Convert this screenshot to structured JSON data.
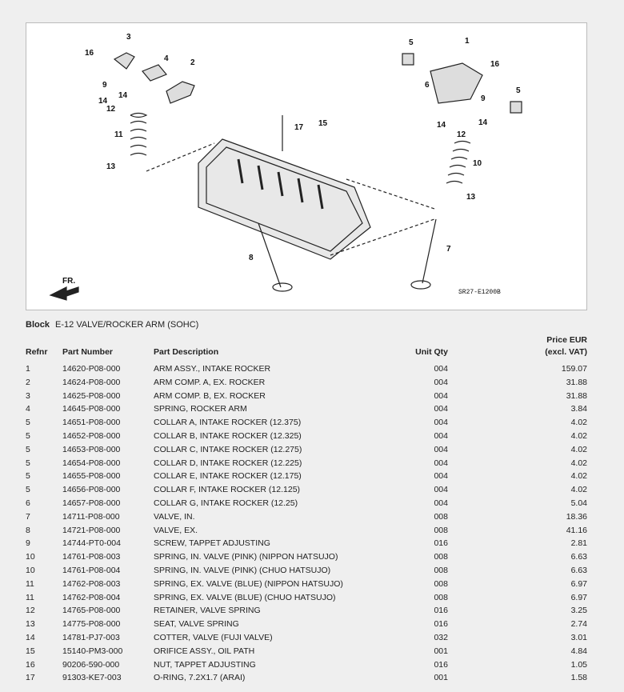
{
  "diagram": {
    "code": "SR27-E1200B",
    "front_label": "FR.",
    "callouts": [
      "1",
      "2",
      "3",
      "4",
      "5",
      "5",
      "6",
      "7",
      "8",
      "9",
      "9",
      "10",
      "11",
      "12",
      "12",
      "13",
      "13",
      "14",
      "14",
      "14",
      "14",
      "15",
      "16",
      "16",
      "17"
    ]
  },
  "block": {
    "label": "Block",
    "value": "E-12 VALVE/ROCKER ARM (SOHC)"
  },
  "table": {
    "headers": {
      "refnr": "Refnr",
      "part_number": "Part Number",
      "description": "Part Description",
      "qty": "Unit Qty",
      "price_line1": "Price EUR",
      "price_line2": "(excl. VAT)"
    },
    "rows": [
      {
        "ref": "1",
        "pn": "14620-P08-000",
        "desc": "ARM ASSY., INTAKE ROCKER",
        "qty": "004",
        "price": "159.07"
      },
      {
        "ref": "2",
        "pn": "14624-P08-000",
        "desc": "ARM COMP. A, EX. ROCKER",
        "qty": "004",
        "price": "31.88"
      },
      {
        "ref": "3",
        "pn": "14625-P08-000",
        "desc": "ARM COMP. B, EX. ROCKER",
        "qty": "004",
        "price": "31.88"
      },
      {
        "ref": "4",
        "pn": "14645-P08-000",
        "desc": "SPRING, ROCKER ARM",
        "qty": "004",
        "price": "3.84"
      },
      {
        "ref": "5",
        "pn": "14651-P08-000",
        "desc": "COLLAR A, INTAKE ROCKER (12.375)",
        "qty": "004",
        "price": "4.02"
      },
      {
        "ref": "5",
        "pn": "14652-P08-000",
        "desc": "COLLAR B, INTAKE ROCKER (12.325)",
        "qty": "004",
        "price": "4.02"
      },
      {
        "ref": "5",
        "pn": "14653-P08-000",
        "desc": "COLLAR C, INTAKE ROCKER (12.275)",
        "qty": "004",
        "price": "4.02"
      },
      {
        "ref": "5",
        "pn": "14654-P08-000",
        "desc": "COLLAR D, INTAKE ROCKER (12.225)",
        "qty": "004",
        "price": "4.02"
      },
      {
        "ref": "5",
        "pn": "14655-P08-000",
        "desc": "COLLAR E, INTAKE ROCKER (12.175)",
        "qty": "004",
        "price": "4.02"
      },
      {
        "ref": "5",
        "pn": "14656-P08-000",
        "desc": "COLLAR F, INTAKE ROCKER (12.125)",
        "qty": "004",
        "price": "4.02"
      },
      {
        "ref": "6",
        "pn": "14657-P08-000",
        "desc": "COLLAR G, INTAKE ROCKER (12.25)",
        "qty": "004",
        "price": "5.04"
      },
      {
        "ref": "7",
        "pn": "14711-P08-000",
        "desc": "VALVE, IN.",
        "qty": "008",
        "price": "18.36"
      },
      {
        "ref": "8",
        "pn": "14721-P08-000",
        "desc": "VALVE, EX.",
        "qty": "008",
        "price": "41.16"
      },
      {
        "ref": "9",
        "pn": "14744-PT0-004",
        "desc": "SCREW, TAPPET ADJUSTING",
        "qty": "016",
        "price": "2.81"
      },
      {
        "ref": "10",
        "pn": "14761-P08-003",
        "desc": "SPRING, IN. VALVE (PINK) (NIPPON HATSUJO)",
        "qty": "008",
        "price": "6.63"
      },
      {
        "ref": "10",
        "pn": "14761-P08-004",
        "desc": "SPRING, IN. VALVE (PINK) (CHUO HATSUJO)",
        "qty": "008",
        "price": "6.63"
      },
      {
        "ref": "11",
        "pn": "14762-P08-003",
        "desc": "SPRING, EX. VALVE (BLUE) (NIPPON HATSUJO)",
        "qty": "008",
        "price": "6.97"
      },
      {
        "ref": "11",
        "pn": "14762-P08-004",
        "desc": "SPRING, EX. VALVE (BLUE) (CHUO HATSUJO)",
        "qty": "008",
        "price": "6.97"
      },
      {
        "ref": "12",
        "pn": "14765-P08-000",
        "desc": "RETAINER, VALVE SPRING",
        "qty": "016",
        "price": "3.25"
      },
      {
        "ref": "13",
        "pn": "14775-P08-000",
        "desc": "SEAT, VALVE SPRING",
        "qty": "016",
        "price": "2.74"
      },
      {
        "ref": "14",
        "pn": "14781-PJ7-003",
        "desc": "COTTER, VALVE (FUJI VALVE)",
        "qty": "032",
        "price": "3.01"
      },
      {
        "ref": "15",
        "pn": "15140-PM3-000",
        "desc": "ORIFICE ASSY., OIL PATH",
        "qty": "001",
        "price": "4.84"
      },
      {
        "ref": "16",
        "pn": "90206-590-000",
        "desc": "NUT, TAPPET ADJUSTING",
        "qty": "016",
        "price": "1.05"
      },
      {
        "ref": "17",
        "pn": "91303-KE7-003",
        "desc": "O-RING, 7.2X1.7 (ARAI)",
        "qty": "001",
        "price": "1.58"
      }
    ]
  }
}
